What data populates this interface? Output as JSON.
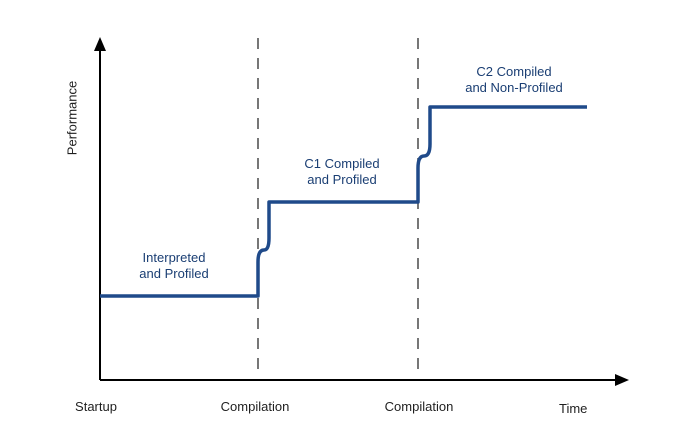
{
  "axes": {
    "y_label": "Performance",
    "x_label": "Time",
    "x_ticks": [
      "Startup",
      "Compilation",
      "Compilation"
    ]
  },
  "phases": [
    {
      "line1": "Interpreted",
      "line2": "and Profiled"
    },
    {
      "line1": "C1 Compiled",
      "line2": "and Profiled"
    },
    {
      "line1": "C2 Compiled",
      "line2": "and Non-Profiled"
    }
  ],
  "colors": {
    "line": "#1f4a8a",
    "axis": "#000000",
    "divider": "#555555",
    "label": "#1a3e73"
  }
}
